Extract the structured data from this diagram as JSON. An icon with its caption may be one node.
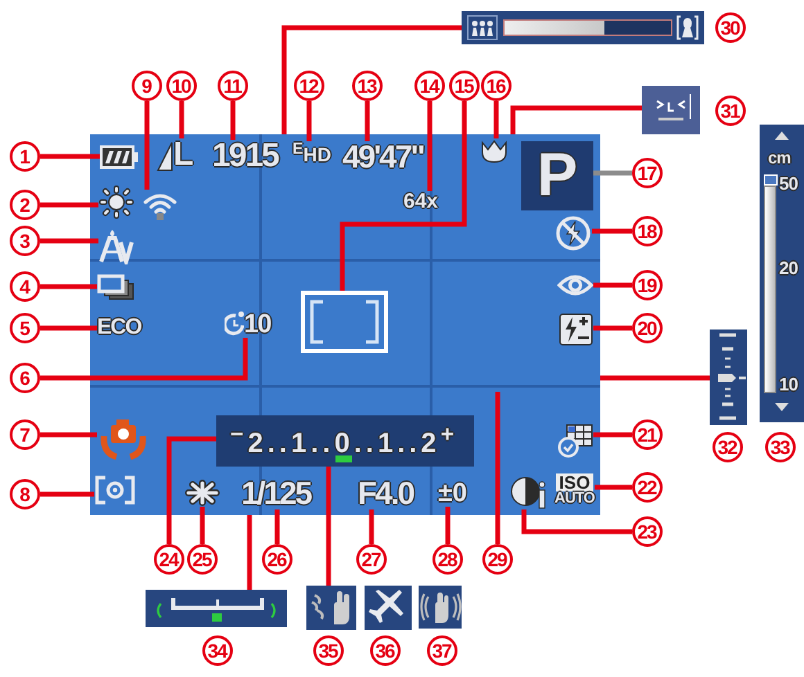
{
  "diagram": {
    "nodes": [
      {
        "text": [],
        "shape": "box"
      },
      {
        "text": [
          "1"
        ]
      },
      {
        "text": [],
        "shape": "picture",
        "in": 0
      },
      {
        "text": [
          "2"
        ]
      },
      {
        "text": [],
        "shape": "picture",
        "in": 0
      },
      {
        "text": [
          "3"
        ]
      },
      {
        "text": [],
        "shape": "picture",
        "in": 0
      },
      {
        "text": [
          "4"
        ]
      },
      {
        "text": [],
        "shape": "picture",
        "in": 0
      },
      {
        "text": [
          "5"
        ]
      },
      {
        "text": [
          "ECO"
        ],
        "in": 0
      },
      {
        "text": [
          "6"
        ]
      },
      {
        "text": [
          "10"
        ],
        "in": 0
      },
      {
        "text": [
          "7"
        ]
      },
      {
        "text": [],
        "shape": "picture",
        "in": 0
      },
      {
        "text": [
          "8"
        ]
      },
      {
        "text": [],
        "shape": "picture",
        "in": 0
      },
      {
        "text": [
          "9"
        ]
      },
      {
        "text": [],
        "shape": "picture",
        "in": 0
      },
      {
        "text": [
          "10"
        ]
      },
      {
        "text": [
          "L"
        ],
        "in": 0
      },
      {
        "text": [
          "11"
        ]
      },
      {
        "text": [
          "1915"
        ],
        "in": 0
      },
      {
        "text": [
          "12"
        ]
      },
      {
        "text": [
          "$^{E}$HD"
        ],
        "in": 0
      },
      {
        "text": [
          "13"
        ]
      },
      {
        "text": [
          "49'47\""
        ],
        "in": 0
      },
      {
        "text": [
          "14"
        ]
      },
      {
        "text": [
          "64x"
        ],
        "in": 0
      },
      {
        "text": [
          "15"
        ]
      },
      {
        "text": [],
        "shape": "box",
        "in": 0
      },
      {
        "text": [
          "16"
        ]
      },
      {
        "text": [],
        "shape": "picture",
        "in": 0
      },
      {
        "text": [
          "17"
        ]
      },
      {
        "text": [
          "P"
        ],
        "in": 0
      },
      {
        "text": [
          "18"
        ]
      },
      {
        "text": [],
        "shape": "picture",
        "in": 0
      },
      {
        "text": [
          "19"
        ]
      },
      {
        "text": [],
        "shape": "picture",
        "in": 0
      },
      {
        "text": [
          "20"
        ]
      },
      {
        "text": [],
        "shape": "picture",
        "in": 0
      },
      {
        "text": [
          "21"
        ]
      },
      {
        "text": [],
        "shape": "picture",
        "in": 0
      },
      {
        "text": [
          "22"
        ]
      },
      {
        "text": [
          "ISO",
          "AUTO"
        ],
        "in": 0
      },
      {
        "text": [
          "23"
        ]
      },
      {
        "text": [],
        "shape": "picture",
        "in": 0
      },
      {
        "text": [
          "24"
        ]
      },
      {
        "text": [
          "$^{−}$2..1..0..1..2$^{+}$"
        ],
        "in": 0
      },
      {
        "text": [
          "25"
        ]
      },
      {
        "text": [],
        "shape": "picture",
        "in": 0
      },
      {
        "text": [
          "26"
        ]
      },
      {
        "text": [
          "1/125"
        ],
        "in": 0
      },
      {
        "text": [
          "27"
        ]
      },
      {
        "text": [
          "F4.0"
        ],
        "in": 0
      },
      {
        "text": [
          "28"
        ]
      },
      {
        "text": [
          "±0"
        ],
        "in": 0
      },
      {
        "text": [
          "29"
        ]
      },
      {
        "text": [
          "30"
        ]
      },
      {
        "text": [],
        "shape": "bar"
      },
      {
        "text": [
          "31"
        ]
      },
      {
        "text": [],
        "shape": "picture"
      },
      {
        "text": [
          "32"
        ]
      },
      {
        "text": [],
        "shape": "picture"
      },
      {
        "text": [
          "33"
        ]
      },
      {
        "text": [
          "cm",
          "50",
          "20",
          "10"
        ]
      },
      {
        "text": [
          "34"
        ]
      },
      {
        "text": [],
        "shape": "picture"
      },
      {
        "text": [
          "35"
        ]
      },
      {
        "text": [],
        "shape": "picture"
      },
      {
        "text": [
          "36"
        ]
      },
      {
        "text": [],
        "shape": "picture"
      },
      {
        "text": [
          "37"
        ]
      },
      {
        "text": [],
        "shape": "picture"
      }
    ],
    "edges": [
      {
        "from": 1,
        "to": 2,
        "arrow": "none"
      },
      {
        "from": 3,
        "to": 4,
        "arrow": "none"
      },
      {
        "from": 5,
        "to": 6,
        "arrow": "none"
      },
      {
        "from": 7,
        "to": 8,
        "arrow": "none"
      },
      {
        "from": 9,
        "to": 10,
        "arrow": "none"
      },
      {
        "from": 11,
        "to": 12,
        "arrow": "none"
      },
      {
        "from": 13,
        "to": 14,
        "arrow": "none"
      },
      {
        "from": 15,
        "to": 16,
        "arrow": "none"
      },
      {
        "from": 17,
        "to": 18,
        "arrow": "none"
      },
      {
        "from": 19,
        "to": 20,
        "arrow": "none"
      },
      {
        "from": 21,
        "to": 22,
        "arrow": "none"
      },
      {
        "from": 23,
        "to": 24,
        "arrow": "none"
      },
      {
        "from": 25,
        "to": 26,
        "arrow": "none"
      },
      {
        "from": 27,
        "to": 28,
        "arrow": "none"
      },
      {
        "from": 29,
        "to": 30,
        "arrow": "none"
      },
      {
        "from": 31,
        "to": 32,
        "arrow": "none"
      },
      {
        "from": 33,
        "to": 34,
        "arrow": "none",
        "color": "#8c8c8c"
      },
      {
        "from": 35,
        "to": 36,
        "arrow": "none"
      },
      {
        "from": 37,
        "to": 38,
        "arrow": "none"
      },
      {
        "from": 39,
        "to": 40,
        "arrow": "none"
      },
      {
        "from": 41,
        "to": 42,
        "arrow": "none"
      },
      {
        "from": 43,
        "to": 44,
        "arrow": "none"
      },
      {
        "from": 45,
        "to": 46,
        "arrow": "none"
      },
      {
        "from": 47,
        "to": 48,
        "arrow": "none"
      },
      {
        "from": 49,
        "to": 50,
        "arrow": "none"
      },
      {
        "from": 51,
        "to": 52,
        "arrow": "none"
      },
      {
        "from": 53,
        "to": 54,
        "arrow": "none"
      },
      {
        "from": 55,
        "to": 56,
        "arrow": "none"
      },
      {
        "from": 57,
        "to": null,
        "arrow": "none"
      },
      {
        "from": 59,
        "to": 0,
        "arrow": "none"
      },
      {
        "from": 61,
        "to": 0,
        "arrow": "none"
      },
      {
        "from": 63,
        "to": 0,
        "arrow": "none"
      },
      {
        "from": 67,
        "to": 0,
        "arrow": "none"
      },
      {
        "from": 69,
        "to": 48,
        "arrow": "none"
      }
    ]
  }
}
